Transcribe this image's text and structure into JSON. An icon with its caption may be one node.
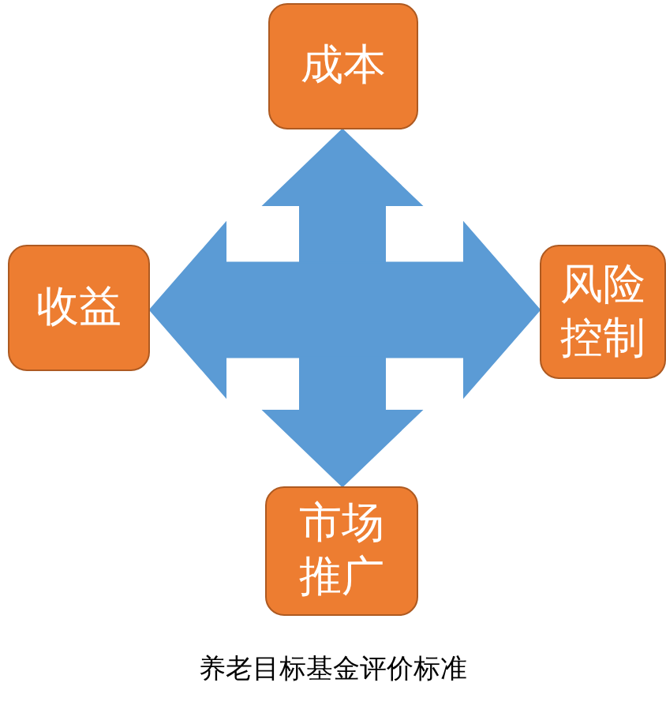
{
  "diagram": {
    "caption": "养老目标基金评价标准",
    "nodes": [
      {
        "text": [
          "成本"
        ]
      },
      {
        "text": [
          "收益"
        ]
      },
      {
        "text": [
          "风险控制"
        ]
      },
      {
        "text": [
          "市场推广"
        ]
      }
    ],
    "edges": [
      {
        "from": 0,
        "to": 3,
        "arrow": "both"
      },
      {
        "from": 1,
        "to": 2,
        "arrow": "both"
      }
    ]
  }
}
